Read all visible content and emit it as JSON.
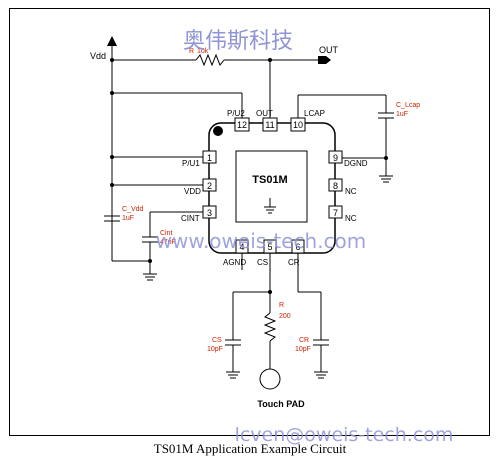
{
  "chip": {
    "name": "TS01M"
  },
  "pins": [
    {
      "num": "1",
      "name": "P/U1"
    },
    {
      "num": "2",
      "name": "VDD"
    },
    {
      "num": "3",
      "name": "CINT"
    },
    {
      "num": "4",
      "name": "AGND"
    },
    {
      "num": "5",
      "name": "CS"
    },
    {
      "num": "6",
      "name": "CR"
    },
    {
      "num": "7",
      "name": "NC"
    },
    {
      "num": "8",
      "name": "NC"
    },
    {
      "num": "9",
      "name": "DGND"
    },
    {
      "num": "10",
      "name": "LCAP"
    },
    {
      "num": "11",
      "name": "OUT"
    },
    {
      "num": "12",
      "name": "P/U2"
    }
  ],
  "nets": {
    "vdd": "Vdd",
    "out": "OUT"
  },
  "components": {
    "r_top": {
      "ref": "R",
      "value": "10k"
    },
    "c_lcap": {
      "ref": "C_Lcap",
      "value": "1uF"
    },
    "c_vdd": {
      "ref": "C_Vdd",
      "value": "1uF"
    },
    "c_int": {
      "ref": "Cint",
      "value": "47nF"
    },
    "r_cs": {
      "ref": "R",
      "value": "200"
    },
    "c_cs": {
      "ref": "CS",
      "value": "10pF"
    },
    "c_cr": {
      "ref": "CR",
      "value": "10pF"
    }
  },
  "touch_pad": "Touch PAD",
  "watermarks": {
    "chinese": "奥伟斯科技",
    "url": "www.oweis-tech.com",
    "email": "lcven@oweis-tech.com"
  },
  "caption": "TS01M Application Example Circuit",
  "colors": {
    "wire": "#000000",
    "label_red": "#cc2200",
    "watermark": "#8f94d6"
  }
}
